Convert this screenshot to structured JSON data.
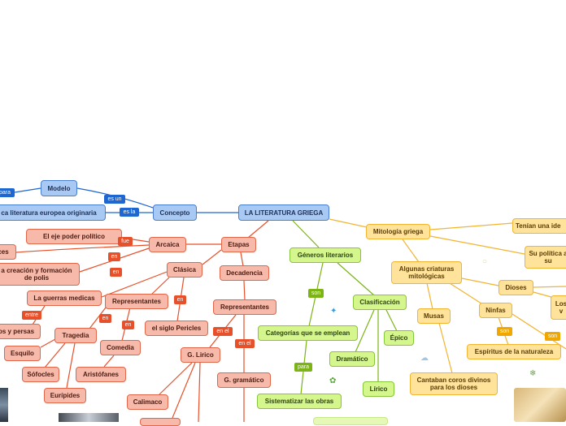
{
  "nodes": {
    "root": "LA LITERATURA GRIEGA",
    "concepto": "Concepto",
    "modelo": "Modelo",
    "originaria": "ca literatura europea originaria",
    "etapas": "Etapas",
    "arcaica": "Arcaica",
    "poder": "El eje poder político",
    "ces": "ces",
    "creacion": "a creación y formación de polis",
    "clasica": "Clásica",
    "guerras": "La guerras medicas",
    "persas": "os y persas",
    "representantes1": "Representantes",
    "tragedia": "Tragedia",
    "esquilo": "Esquilo",
    "sofocles": "Sófocles",
    "euripides": "Eurípides",
    "comedia": "Comedia",
    "aristofanes": "Aristófanes",
    "pericles": "el siglo Pericles",
    "decadencia": "Decadencia",
    "representantes2": "Representantes",
    "glirico": "G. Lirico",
    "calimaco": "Calimaco",
    "gdramatico": "G. gramático",
    "generos": "Géneros literarios",
    "categorias": "Categorías que se emplean",
    "sistematizar": "Sistematizar las obras",
    "clasificacion": "Clasificación",
    "dramatico": "Dramático",
    "epico": "Épico",
    "lirico": "Lírico",
    "mitologia": "Mitología griega",
    "criaturas": "Algunas criaturas mitológicas",
    "musas": "Musas",
    "coros": "Cantaban coros divinos para los dioses",
    "dioses": "Dioses",
    "ninfas": "Ninfas",
    "espiritus": "Espíritus de la naturaleza",
    "tenian": "Tenían una ide",
    "politica": "Su política a su",
    "los": "Los v"
  },
  "labels": {
    "para_top": "para",
    "es_un": "es un",
    "es_la": "es la",
    "fue": "fue",
    "en1": "en",
    "en2": "en",
    "entre": "entre",
    "en3": "en",
    "en4": "en",
    "en5": "en",
    "en_el1": "en el",
    "en_el2": "en el",
    "son1": "son",
    "para2": "para",
    "son2": "son",
    "son3": "son"
  },
  "colors": {
    "blue_line": "#1e66d0",
    "red_line": "#e6502a",
    "green_line": "#7cb416",
    "orange_line": "#f2b431"
  }
}
